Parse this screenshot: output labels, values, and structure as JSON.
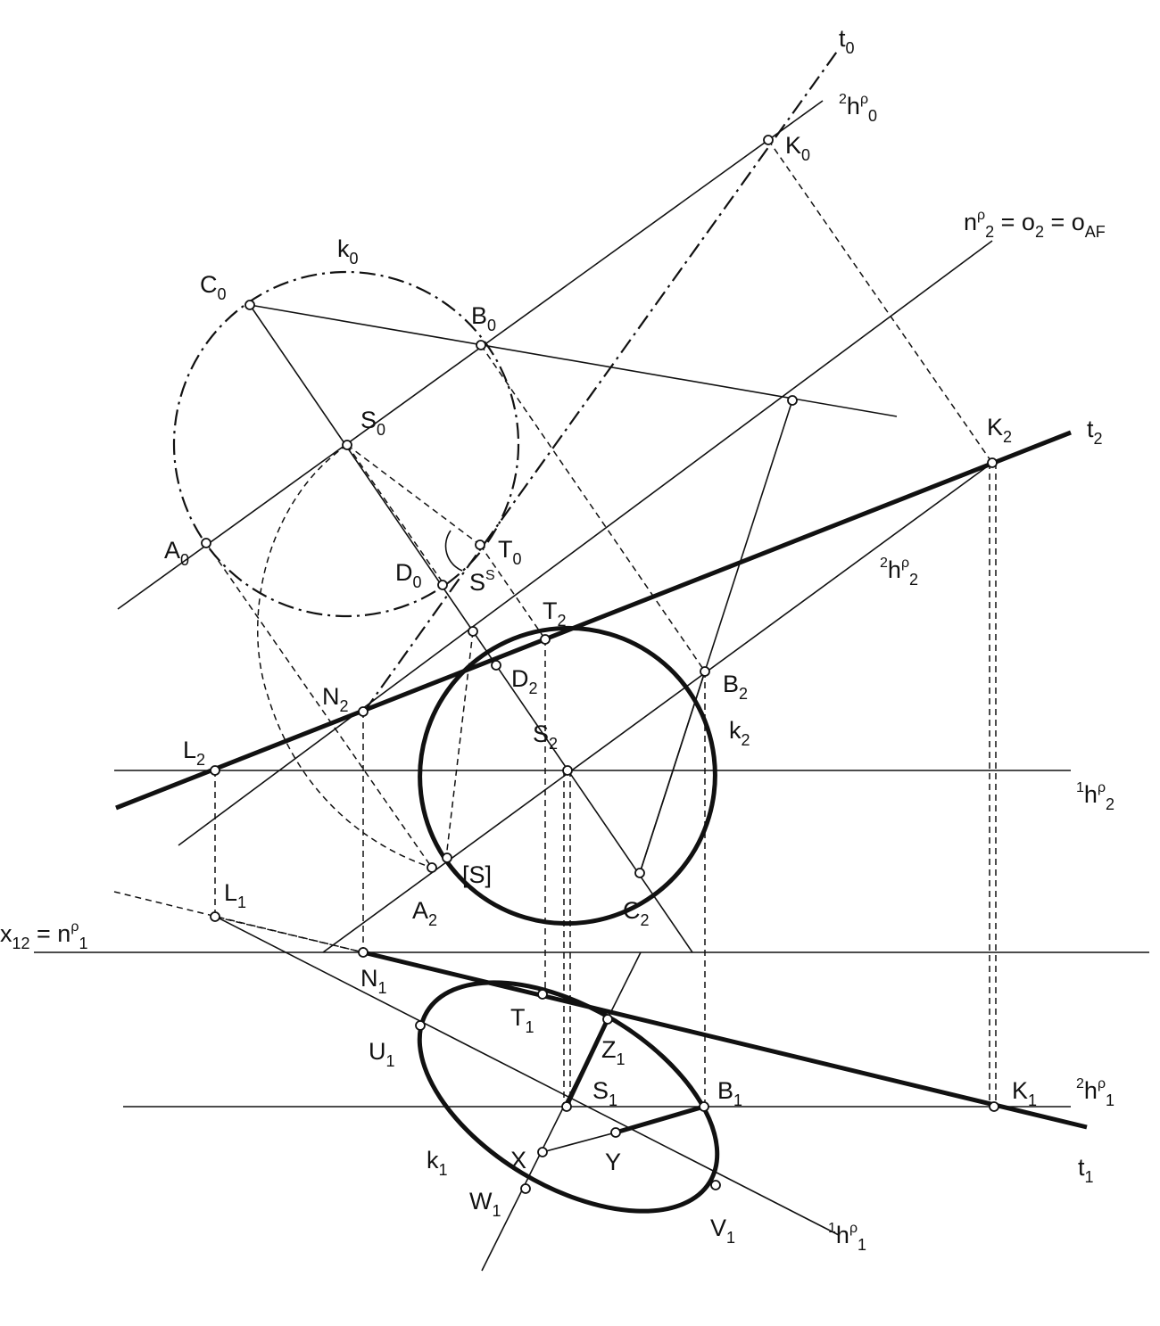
{
  "diagram": {
    "labels": {
      "t0": {
        "base": "t",
        "sub": "0"
      },
      "h2p0": {
        "pre": "2",
        "base": "h",
        "sup": "ρ",
        "sub": "0"
      },
      "K0": {
        "base": "K",
        "sub": "0"
      },
      "n_o": {
        "text": "n",
        "sup": "ρ",
        "sub": "2",
        "rest": " = o",
        "sub2": "2",
        "rest2": " = o",
        "sub3": "AF"
      },
      "k0": {
        "base": "k",
        "sub": "0"
      },
      "C0": {
        "base": "C",
        "sub": "0"
      },
      "B0": {
        "base": "B",
        "sub": "0"
      },
      "S0": {
        "base": "S",
        "sub": "0"
      },
      "K2": {
        "base": "K",
        "sub": "2"
      },
      "t2": {
        "base": "t",
        "sub": "2"
      },
      "A0": {
        "base": "A",
        "sub": "0"
      },
      "T0": {
        "base": "T",
        "sub": "0"
      },
      "D0": {
        "base": "D",
        "sub": "0"
      },
      "h2p2": {
        "pre": "2",
        "base": "h",
        "sup": "ρ",
        "sub": "2"
      },
      "Ss": {
        "base": "S",
        "sup": "S"
      },
      "T2": {
        "base": "T",
        "sub": "2"
      },
      "D2": {
        "base": "D",
        "sub": "2"
      },
      "B2": {
        "base": "B",
        "sub": "2"
      },
      "N2": {
        "base": "N",
        "sub": "2"
      },
      "k2": {
        "base": "k",
        "sub": "2"
      },
      "S2": {
        "base": "S",
        "sub": "2"
      },
      "L2": {
        "base": "L",
        "sub": "2"
      },
      "h1p2": {
        "pre": "1",
        "base": "h",
        "sup": "ρ",
        "sub": "2"
      },
      "S_br": {
        "text": "[S]"
      },
      "L1": {
        "base": "L",
        "sub": "1"
      },
      "A2": {
        "base": "A",
        "sub": "2"
      },
      "C2": {
        "base": "C",
        "sub": "2"
      },
      "x12": {
        "text": "x",
        "sub": "12",
        "rest": " = n",
        "sup": "ρ",
        "sub2": "1"
      },
      "N1": {
        "base": "N",
        "sub": "1"
      },
      "T1": {
        "base": "T",
        "sub": "1"
      },
      "U1": {
        "base": "U",
        "sub": "1"
      },
      "Z1": {
        "base": "Z",
        "sub": "1"
      },
      "S1": {
        "base": "S",
        "sub": "1"
      },
      "B1": {
        "base": "B",
        "sub": "1"
      },
      "K1": {
        "base": "K",
        "sub": "1"
      },
      "h2p1": {
        "pre": "2",
        "base": "h",
        "sup": "ρ",
        "sub": "1"
      },
      "k1": {
        "base": "k",
        "sub": "1"
      },
      "X": {
        "text": "X"
      },
      "Y": {
        "text": "Y"
      },
      "t1": {
        "base": "t",
        "sub": "1"
      },
      "W1": {
        "base": "W",
        "sub": "1"
      },
      "V1": {
        "base": "V",
        "sub": "1"
      },
      "h1p1": {
        "pre": "1",
        "base": "h",
        "sup": "ρ",
        "sub": "1"
      }
    }
  }
}
